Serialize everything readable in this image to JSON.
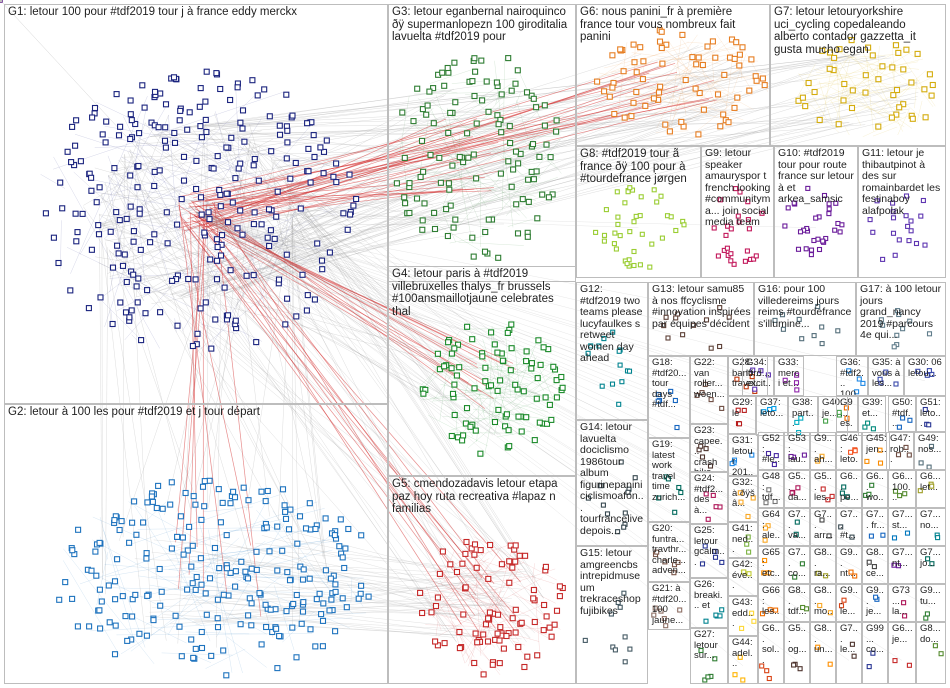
{
  "groups": [
    {
      "id": "G1",
      "text": "G1: letour 100 pour #tdf2019 tour j à france eddy merckx",
      "color": "#1a237e",
      "nodes": 260
    },
    {
      "id": "G2",
      "text": "G2: letour à 100 les pour #tdf2019 et j tour départ",
      "color": "#1e73be",
      "nodes": 230
    },
    {
      "id": "G3",
      "text": "G3: letour eganbernal nairoquinco ðÿ supermanlopezn 100 giroditalia lavuelta #tdf2019 pour",
      "color": "#2e7d32",
      "nodes": 120
    },
    {
      "id": "G4",
      "text": "G4: letour paris à #tdf2019 villebruxelles thalys_fr brussels #100ansmaillotjaune celebrates thal",
      "color": "#1b8a2a",
      "nodes": 90
    },
    {
      "id": "G5",
      "text": "G5: cmendozadavis letour etapa paz hoy ruta recreativa #lapaz n familias",
      "color": "#c62828",
      "nodes": 90
    },
    {
      "id": "G6",
      "text": "G6: nous panini_fr à première france tour vous nombreux fait panini",
      "color": "#e67e22",
      "nodes": 70
    },
    {
      "id": "G7",
      "text": "G7: letour letouryorkshire uci_cycling copedaleando alberto contador gazzetta_it gusta mucho egan",
      "color": "#d4ac0d",
      "nodes": 45
    },
    {
      "id": "G8",
      "text": "G8: #tdf2019 tour ã france ðÿ 100 pour à #tourdefrance jørgen",
      "color": "#9acd32",
      "nodes": 40
    },
    {
      "id": "G9",
      "text": "G9: letour speaker amauryspor t french looking #communityma... join social media team",
      "color": "#c2185b",
      "nodes": 25
    },
    {
      "id": "G10",
      "text": "G10: #tdf2019 tour pour route france sur letour à et arkea_samsic",
      "color": "#6a1b9a",
      "nodes": 30
    },
    {
      "id": "G11",
      "text": "G11: letour je thibautpinot à des sur romainbardet les festinaboy alafpolak",
      "color": "#5e35b1",
      "nodes": 20
    },
    {
      "id": "G12",
      "text": "G12: #tdf2019 two teams please lucyfaulkes s retweet women day ahead",
      "color": "#00838f",
      "nodes": 14
    },
    {
      "id": "G13",
      "text": "G13: letour samu85 à nos ffcyclisme #innovation inspirées par équipes décident",
      "color": "#5d4037",
      "nodes": 12
    },
    {
      "id": "G14",
      "text": "G14: letour lavuelta dociclismo 1986tour album figurinepanini ciclismoafon... tourfrancelive depois...",
      "color": "#37474f",
      "nodes": 12
    },
    {
      "id": "G15",
      "text": "G15: letour amgreencbs intrepidmuseum trekraceshop fujibikes",
      "color": "#455a64",
      "nodes": 10
    },
    {
      "id": "G16",
      "text": "G16: pour 100 villedereims jours reims #tourdefrance s'illumine...",
      "color": "#546e7a",
      "nodes": 10
    },
    {
      "id": "G17",
      "text": "G17: à 100 letour jours grand_nancy 2019 #parcours 4e qui...",
      "color": "#607d8b",
      "nodes": 10
    },
    {
      "id": "G18",
      "text": "G18: #tdf20... tour days #tdf...",
      "color": "#1565c0",
      "nodes": 6
    },
    {
      "id": "G19",
      "text": "G19: latest work travel time zurich...",
      "color": "#00695c",
      "nodes": 6
    },
    {
      "id": "G20",
      "text": "G20: funtra... travthr... charle... adven...",
      "color": "#795548",
      "nodes": 6
    },
    {
      "id": "G21",
      "text": "G21: à #tdf20... 100 jaune...",
      "color": "#8d6e63",
      "nodes": 6
    },
    {
      "id": "G22",
      "text": "G22: van roller... woen...",
      "color": "#6d4c41",
      "nodes": 5
    },
    {
      "id": "G23",
      "text": "G23: capee... crash bike...",
      "color": "#4e342e",
      "nodes": 5
    },
    {
      "id": "G24",
      "text": "G24: #tdf2... des à...",
      "color": "#ad1457",
      "nodes": 5
    },
    {
      "id": "G25",
      "text": "G25: letour gcalm...",
      "color": "#283593",
      "nodes": 5
    },
    {
      "id": "G26",
      "text": "G26: breaki... et",
      "color": "#00838f",
      "nodes": 5
    },
    {
      "id": "G27",
      "text": "G27: letour sur...",
      "color": "#2e7d32",
      "nodes": 5
    },
    {
      "id": "G28",
      "text": "G28: banff... travel...",
      "color": "#bf360c",
      "nodes": 4
    },
    {
      "id": "G29",
      "text": "G29: le",
      "color": "#b71c1c",
      "nodes": 4
    },
    {
      "id": "G30",
      "text": "G30: 06 letou...",
      "color": "#3949ab",
      "nodes": 4
    },
    {
      "id": "G31",
      "text": "G31: letour 201...",
      "color": "#1e88e5",
      "nodes": 4
    },
    {
      "id": "G32",
      "text": "G32: à ðÿš â...",
      "color": "#f9a825",
      "nodes": 4
    },
    {
      "id": "G33",
      "text": "G33: merci et...",
      "color": "#8e24aa",
      "nodes": 4
    },
    {
      "id": "G34",
      "text": "G34: lord... excit...",
      "color": "#5e35b1",
      "nodes": 4
    },
    {
      "id": "G35",
      "text": "G35: à vous à les...",
      "color": "#3949ab",
      "nodes": 4
    },
    {
      "id": "G36",
      "text": "G36: #tdf2... 100...",
      "color": "#1e88e5",
      "nodes": 4
    },
    {
      "id": "G37",
      "text": "G37: leto...",
      "color": "#039be5",
      "nodes": 3
    },
    {
      "id": "G38",
      "text": "G38: part...",
      "color": "#00acc1",
      "nodes": 3
    },
    {
      "id": "G39",
      "text": "G39: et...",
      "color": "#00897b",
      "nodes": 3
    },
    {
      "id": "G40",
      "text": "G40: je...",
      "color": "#43a047",
      "nodes": 3
    },
    {
      "id": "G41",
      "text": "G41: ned...",
      "color": "#7cb342",
      "nodes": 3
    },
    {
      "id": "G42",
      "text": "G42: éve...",
      "color": "#c0ca33",
      "nodes": 3
    },
    {
      "id": "G43",
      "text": "G43: edd...",
      "color": "#fdd835",
      "nodes": 3
    },
    {
      "id": "G44",
      "text": "G44: adel...",
      "color": "#ffb300",
      "nodes": 3
    },
    {
      "id": "G45",
      "text": "G45: jen...",
      "color": "#fb8c00",
      "nodes": 3
    },
    {
      "id": "G46",
      "text": "G46: leto...",
      "color": "#f4511e",
      "nodes": 3
    },
    {
      "id": "G47",
      "text": "G47: rob...",
      "color": "#6d4c41",
      "nodes": 3
    },
    {
      "id": "G48",
      "text": "G48: tdf...",
      "color": "#757575",
      "nodes": 3
    },
    {
      "id": "G49",
      "text": "G49: nos...",
      "color": "#546e7a",
      "nodes": 3
    },
    {
      "id": "G50",
      "text": "G50: #tdf...",
      "color": "#1565c0",
      "nodes": 3
    },
    {
      "id": "G51",
      "text": "G51: leto...",
      "color": "#283593",
      "nodes": 3
    },
    {
      "id": "G52",
      "text": "G52: #le...",
      "color": "#4527a0",
      "nodes": 3
    },
    {
      "id": "G53",
      "text": "G53: lau...",
      "color": "#6a1b9a",
      "nodes": 3
    },
    {
      "id": "G5x",
      "text": "G5... da...",
      "color": "#ad1457",
      "nodes": 3
    },
    {
      "id": "G5y",
      "text": "G5... les...",
      "color": "#c62828",
      "nodes": 3
    },
    {
      "id": "G6a",
      "text": "G6... pe...",
      "color": "#00695c",
      "nodes": 3
    },
    {
      "id": "G6b",
      "text": "G6... wo...",
      "color": "#2e7d32",
      "nodes": 3
    },
    {
      "id": "G6c",
      "text": "G6... 100...",
      "color": "#558b2f",
      "nodes": 3
    },
    {
      "id": "G6d",
      "text": "G6... let...",
      "color": "#9e9d24",
      "nodes": 3
    },
    {
      "id": "G64",
      "text": "G64: ale...",
      "color": "#f9a825",
      "nodes": 3
    },
    {
      "id": "G65",
      "text": "G65: etc...",
      "color": "#ff8f00",
      "nodes": 3
    },
    {
      "id": "G66",
      "text": "G66: les...",
      "color": "#ef6c00",
      "nodes": 3
    },
    {
      "id": "G6e",
      "text": "G6... sol...",
      "color": "#d84315",
      "nodes": 3
    },
    {
      "id": "G5z",
      "text": "G5... og...",
      "color": "#4e342e",
      "nodes": 3
    },
    {
      "id": "G7a",
      "text": "G7... arr...",
      "color": "#424242",
      "nodes": 2
    },
    {
      "id": "G7b",
      "text": "G7... #t...",
      "color": "#37474f",
      "nodes": 2
    },
    {
      "id": "G7c",
      "text": "G7... fr...",
      "color": "#1565c0",
      "nodes": 2
    },
    {
      "id": "G7d",
      "text": "G7... st...",
      "color": "#0277bd",
      "nodes": 2
    },
    {
      "id": "G7e",
      "text": "G7... no...",
      "color": "#00838f",
      "nodes": 2
    },
    {
      "id": "G7f",
      "text": "G7... va...",
      "color": "#00695c",
      "nodes": 2
    },
    {
      "id": "G7g",
      "text": "G7... co...",
      "color": "#2e7d32",
      "nodes": 2
    },
    {
      "id": "G8a",
      "text": "G8... tdf...",
      "color": "#558b2f",
      "nodes": 2
    },
    {
      "id": "G8b",
      "text": "G8... ra...",
      "color": "#9e9d24",
      "nodes": 2
    },
    {
      "id": "G8c",
      "text": "G8... mo...",
      "color": "#f9a825",
      "nodes": 2
    },
    {
      "id": "G8d",
      "text": "G8... un...",
      "color": "#ff8f00",
      "nodes": 2
    },
    {
      "id": "G9a",
      "text": "G9... nt...",
      "color": "#ef6c00",
      "nodes": 2
    },
    {
      "id": "G9b",
      "text": "G9... le...",
      "color": "#d84315",
      "nodes": 2
    },
    {
      "id": "G7h",
      "text": "G7... le...",
      "color": "#4e342e",
      "nodes": 2
    },
    {
      "id": "G8e",
      "text": "G8... ce...",
      "color": "#424242",
      "nodes": 2
    },
    {
      "id": "G9c",
      "text": "G9... je...",
      "color": "#1565c0",
      "nodes": 2
    },
    {
      "id": "G99",
      "text": "G99... co...",
      "color": "#283593",
      "nodes": 2
    },
    {
      "id": "G7i",
      "text": "G7... nt...",
      "color": "#6a1b9a",
      "nodes": 2
    },
    {
      "id": "G73",
      "text": "G73 ... la...",
      "color": "#ad1457",
      "nodes": 2
    },
    {
      "id": "G6f",
      "text": "G6... je...",
      "color": "#c62828",
      "nodes": 2
    },
    {
      "id": "G7j",
      "text": "G7... jo...",
      "color": "#00695c",
      "nodes": 2
    },
    {
      "id": "G9d",
      "text": "G9... tu...",
      "color": "#2e7d32",
      "nodes": 2
    },
    {
      "id": "G8f",
      "text": "G8... do...",
      "color": "#558b2f",
      "nodes": 2
    },
    {
      "id": "G9e",
      "text": "G9... ah...",
      "color": "#f9a825",
      "nodes": 2
    },
    {
      "id": "G9f",
      "text": "G9... es...",
      "color": "#ef6c00",
      "nodes": 2
    },
    {
      "id": "G8g",
      "text": "G8... en...",
      "color": "#d84315",
      "nodes": 2
    },
    {
      "id": "G9g",
      "text": "G9... of...",
      "color": "#4e342e",
      "nodes": 2
    },
    {
      "id": "G7k",
      "text": "G7... pa...",
      "color": "#1565c0",
      "nodes": 2
    },
    {
      "id": "G8h",
      "text": "G8... ci...",
      "color": "#6a1b9a",
      "nodes": 2
    }
  ]
}
